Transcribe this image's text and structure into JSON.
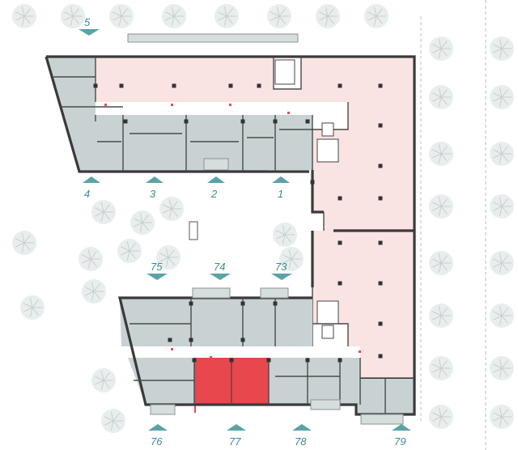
{
  "entrances_top": [
    {
      "id": "5",
      "label": "5"
    },
    {
      "id": "4",
      "label": "4"
    },
    {
      "id": "3",
      "label": "3"
    },
    {
      "id": "2",
      "label": "2"
    },
    {
      "id": "1",
      "label": "1"
    }
  ],
  "entrances_middle": [
    {
      "id": "75",
      "label": "75"
    },
    {
      "id": "74",
      "label": "74"
    },
    {
      "id": "73",
      "label": "73"
    }
  ],
  "entrances_bottom": [
    {
      "id": "76",
      "label": "76"
    },
    {
      "id": "77",
      "label": "77"
    },
    {
      "id": "78",
      "label": "78"
    },
    {
      "id": "79",
      "label": "79"
    }
  ],
  "colors": {
    "apartment": "#c9d2d3",
    "commercial": "#f9e3e3",
    "selected": "#e8474d",
    "label": "#3d8b8f",
    "arrow": "#5aa3a6",
    "wall": "#3a3a3a"
  },
  "selected_unit": "77"
}
